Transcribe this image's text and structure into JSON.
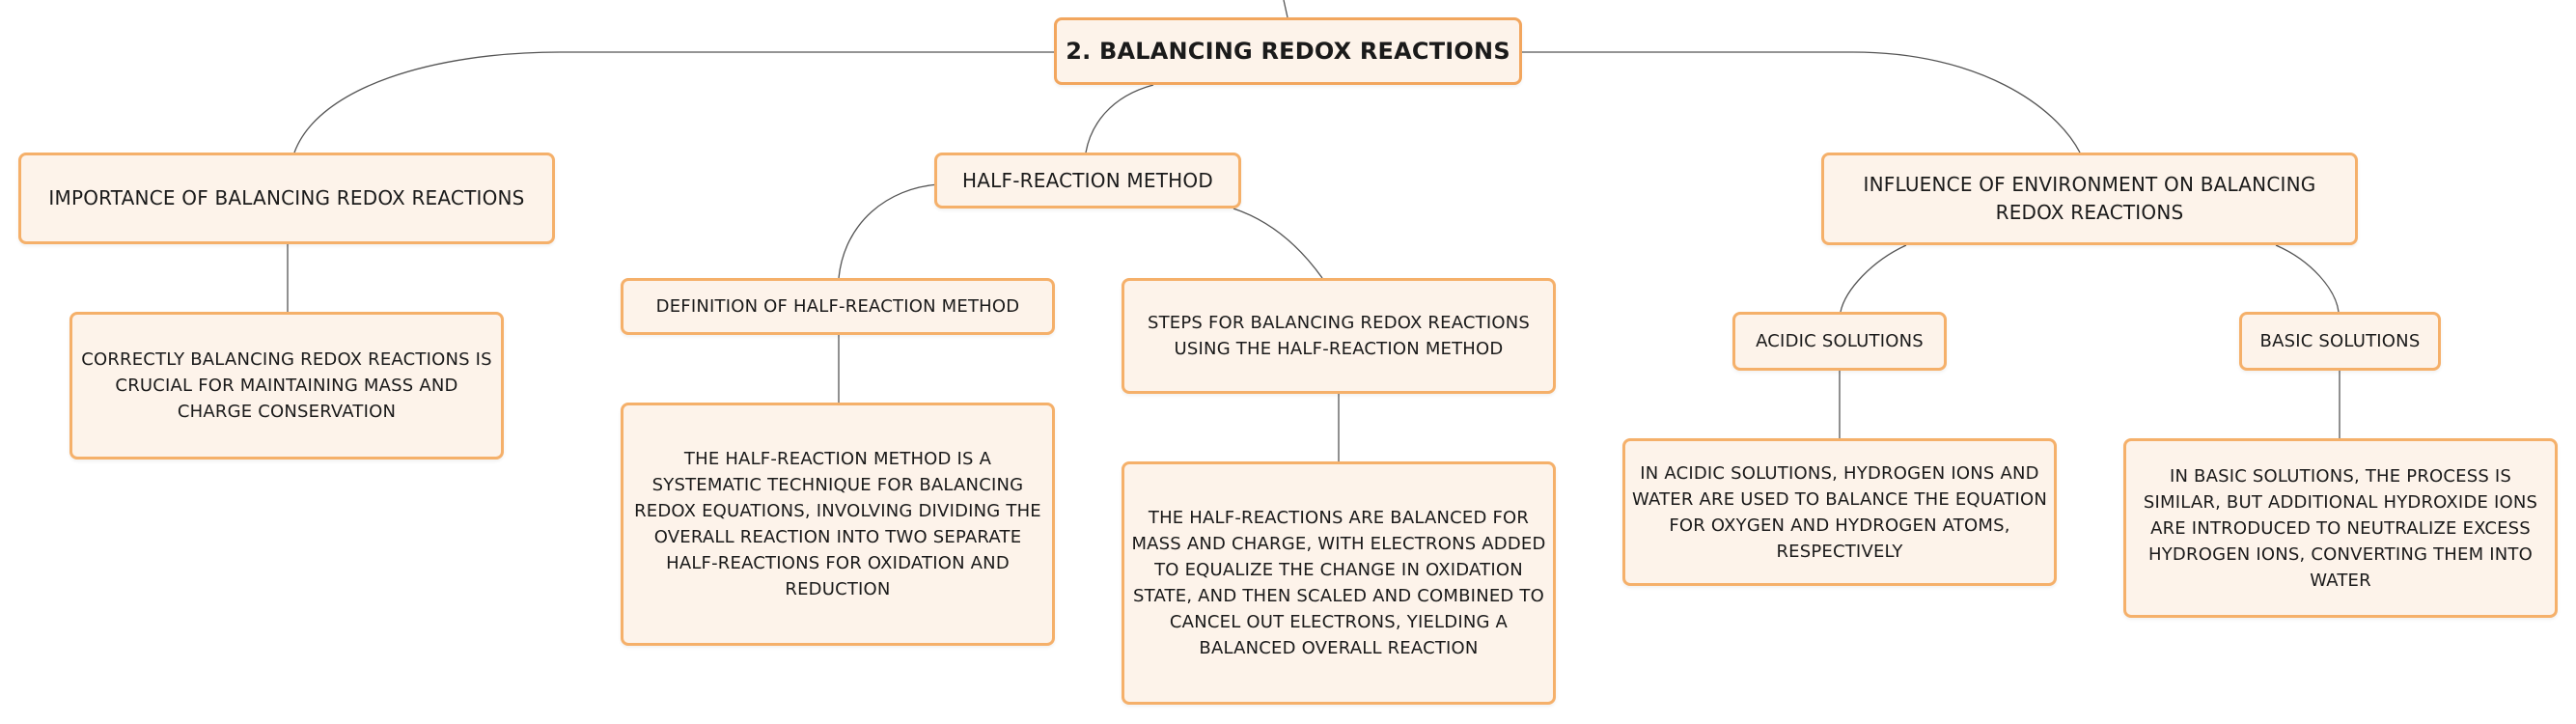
{
  "map": {
    "root": "2. BALANCING REDOX REACTIONS",
    "importance": {
      "title": "IMPORTANCE OF BALANCING REDOX REACTIONS",
      "detail": "CORRECTLY BALANCING REDOX REACTIONS IS CRUCIAL FOR MAINTAINING MASS AND CHARGE CONSERVATION"
    },
    "half_reaction": {
      "title": "HALF-REACTION METHOD",
      "definition": {
        "title": "DEFINITION OF HALF-REACTION METHOD",
        "detail": "THE HALF-REACTION METHOD IS A SYSTEMATIC TECHNIQUE FOR BALANCING REDOX EQUATIONS, INVOLVING DIVIDING THE OVERALL REACTION INTO TWO SEPARATE HALF-REACTIONS FOR OXIDATION AND REDUCTION"
      },
      "steps": {
        "title": "STEPS FOR BALANCING REDOX REACTIONS USING THE HALF-REACTION METHOD",
        "detail": "THE HALF-REACTIONS ARE BALANCED FOR MASS AND CHARGE, WITH ELECTRONS ADDED TO EQUALIZE THE CHANGE IN OXIDATION STATE, AND THEN SCALED AND COMBINED TO CANCEL OUT ELECTRONS, YIELDING A BALANCED OVERALL REACTION"
      }
    },
    "environment": {
      "title": "INFLUENCE OF ENVIRONMENT ON BALANCING REDOX REACTIONS",
      "acidic": {
        "title": "ACIDIC SOLUTIONS",
        "detail": "IN ACIDIC SOLUTIONS, HYDROGEN IONS AND WATER ARE USED TO BALANCE THE EQUATION FOR OXYGEN AND HYDROGEN ATOMS, RESPECTIVELY"
      },
      "basic": {
        "title": "BASIC SOLUTIONS",
        "detail": "IN BASIC SOLUTIONS, THE PROCESS IS SIMILAR, BUT ADDITIONAL HYDROXIDE IONS ARE INTRODUCED TO NEUTRALIZE EXCESS HYDROGEN IONS, CONVERTING THEM INTO WATER"
      }
    }
  },
  "colors": {
    "node_fill": "#fdf3ea",
    "node_border": "#f5b06a",
    "connector": "#555555"
  }
}
